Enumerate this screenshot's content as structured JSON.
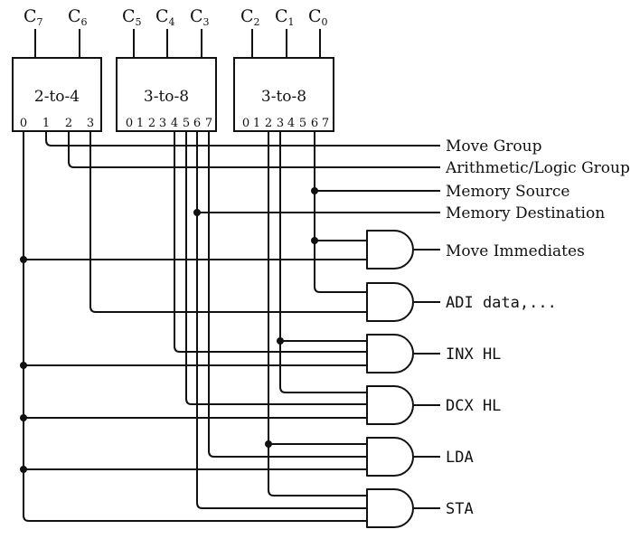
{
  "title": "Instruction decoder circuit",
  "inputs": [
    {
      "letter": "C",
      "sub": "7"
    },
    {
      "letter": "C",
      "sub": "6"
    },
    {
      "letter": "C",
      "sub": "5"
    },
    {
      "letter": "C",
      "sub": "4"
    },
    {
      "letter": "C",
      "sub": "3"
    },
    {
      "letter": "C",
      "sub": "2"
    },
    {
      "letter": "C",
      "sub": "1"
    },
    {
      "letter": "C",
      "sub": "0"
    }
  ],
  "decoders": [
    {
      "label": "2-to-4",
      "pins": [
        "0",
        "1",
        "2",
        "3"
      ]
    },
    {
      "label": "3-to-8",
      "pins": [
        "0",
        "1",
        "2",
        "3",
        "4",
        "5",
        "6",
        "7"
      ]
    },
    {
      "label": "3-to-8",
      "pins": [
        "0",
        "1",
        "2",
        "3",
        "4",
        "5",
        "6",
        "7"
      ]
    }
  ],
  "outputs": [
    {
      "label": "Move Group",
      "style": "serif"
    },
    {
      "label": "Arithmetic/Logic Group",
      "style": "serif"
    },
    {
      "label": "Memory Source",
      "style": "serif"
    },
    {
      "label": "Memory Destination",
      "style": "serif"
    }
  ],
  "gates": [
    {
      "label": "Move Immediates",
      "style": "serif"
    },
    {
      "label": "ADI data,...",
      "style": "mono"
    },
    {
      "label": "INX HL",
      "style": "mono"
    },
    {
      "label": "DCX HL",
      "style": "mono"
    },
    {
      "label": "LDA",
      "style": "mono"
    },
    {
      "label": "STA",
      "style": "mono"
    }
  ]
}
